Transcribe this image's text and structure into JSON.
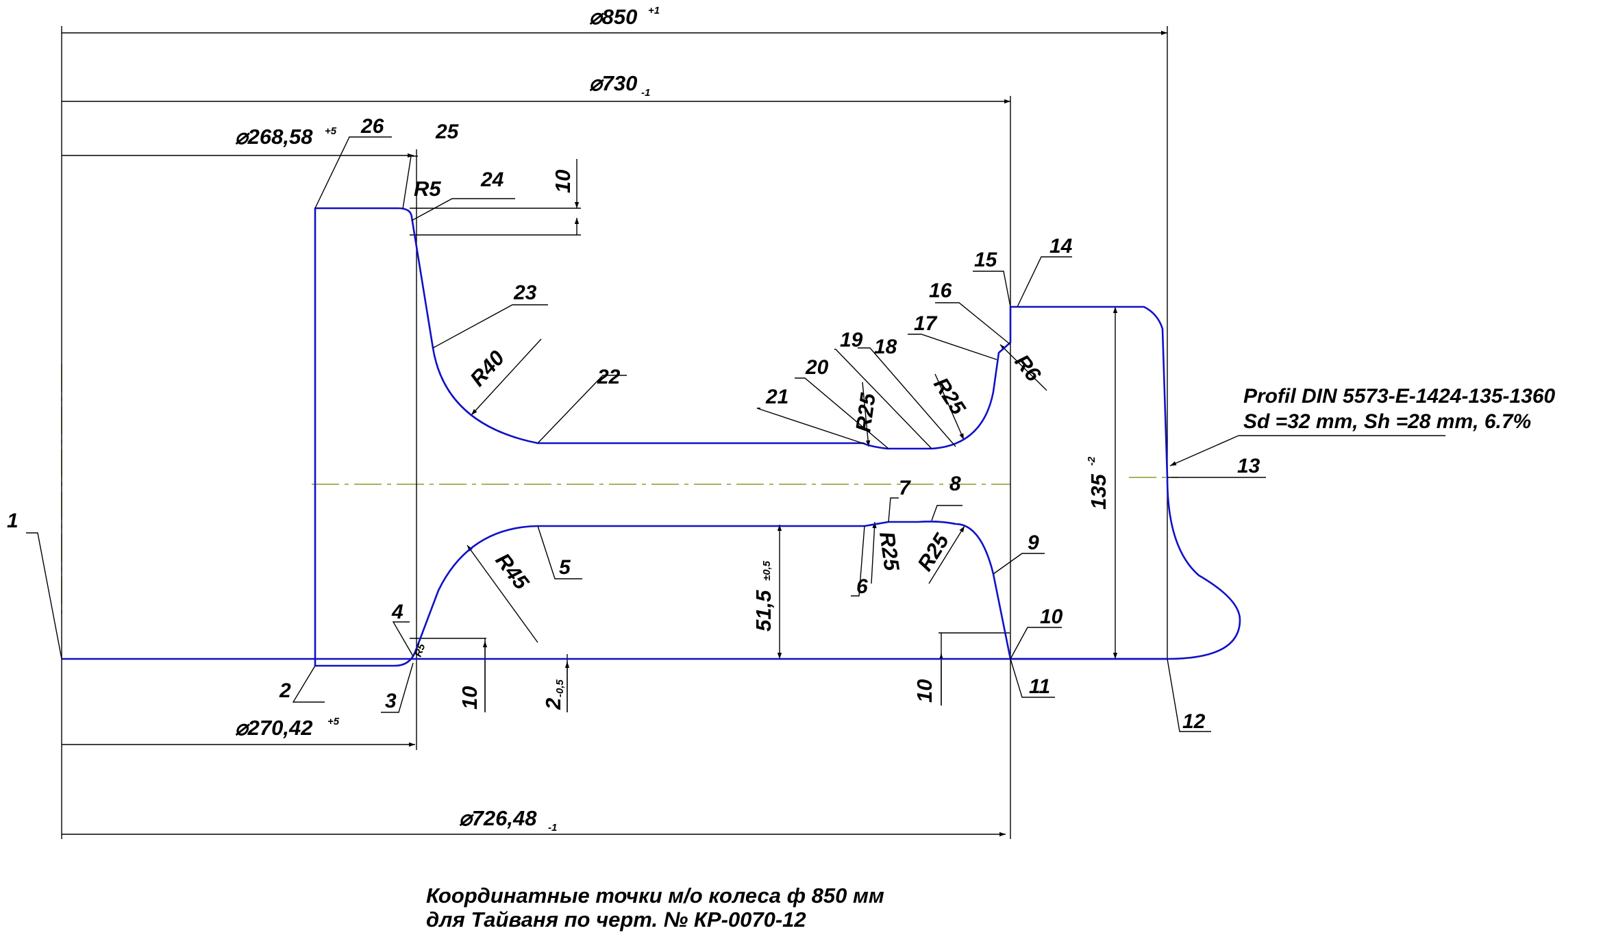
{
  "colors": {
    "profile": "#1010c8",
    "dimension": "#000000",
    "centerline": "#8a9a2a"
  },
  "dimensions": {
    "d850": "⌀850",
    "d850_tol": "+1",
    "d730": "⌀730",
    "d730_tol": "-1",
    "d268": "⌀268,58",
    "d268_tol": "+5",
    "d270": "⌀270,42",
    "d270_tol": "+5",
    "d726": "⌀726,48",
    "d726_tol": "-1",
    "h10_top": "10",
    "h10_left": "10",
    "h10_right": "10",
    "h2": "2",
    "h2_tol": "-0,5",
    "h51": "51,5",
    "h51_tol": "±0,5",
    "h135": "135",
    "h135_tol": "-2",
    "r5": "R5",
    "r40": "R40",
    "r45": "R45",
    "r6": "R6",
    "r25_a": "R25",
    "r25_b": "R25",
    "r25_c": "R25",
    "r25_d": "R25",
    "small_r": "R5"
  },
  "points": [
    "1",
    "2",
    "3",
    "4",
    "5",
    "6",
    "7",
    "8",
    "9",
    "10",
    "11",
    "12",
    "13",
    "14",
    "15",
    "16",
    "17",
    "18",
    "19",
    "20",
    "21",
    "22",
    "23",
    "24",
    "25",
    "26"
  ],
  "profile_note": {
    "line1": "Profil DIN 5573-E-1424-135-1360",
    "line2": "Sd =32 mm, Sh =28 mm, 6.7%"
  },
  "caption": {
    "line1": "Координатные точки м/о колеса ф 850 мм",
    "line2": "для Тайваня по черт. № КР-0070-12"
  }
}
